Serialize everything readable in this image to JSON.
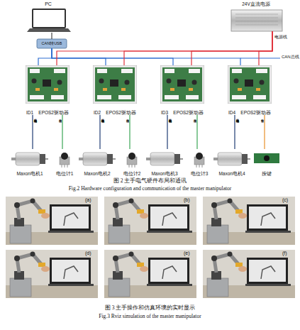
{
  "diagram": {
    "nodes": [
      {
        "text": [
          "PC"
        ]
      },
      {
        "text": [
          "CAN转USB"
        ]
      },
      {
        "text": [
          "24V直流电源"
        ]
      },
      {
        "text": [
          "ID1",
          "EPOS2驱动器"
        ]
      },
      {
        "text": [
          "ID2",
          "EPOS2驱动器"
        ]
      },
      {
        "text": [
          "ID3",
          "EPOS2驱动器"
        ]
      },
      {
        "text": [
          "ID4",
          "EPOS2驱动器"
        ]
      },
      {
        "text": [
          "Maxon电机1"
        ]
      },
      {
        "text": [
          "电位计1"
        ]
      },
      {
        "text": [
          "Maxon电机2"
        ]
      },
      {
        "text": [
          "电位计2"
        ]
      },
      {
        "text": [
          "Maxon电机3"
        ]
      },
      {
        "text": [
          "电位计3"
        ]
      },
      {
        "text": [
          "Maxon电机4"
        ]
      },
      {
        "text": [
          "按键"
        ]
      }
    ],
    "edges": [
      {
        "from": 0,
        "to": 1,
        "arrow": "none"
      },
      {
        "from": 1,
        "to": 3,
        "arrow": "none"
      },
      {
        "from": 1,
        "to": 4,
        "arrow": "none"
      },
      {
        "from": 1,
        "to": 5,
        "arrow": "none"
      },
      {
        "from": 1,
        "to": 6,
        "arrow": "none"
      },
      {
        "from": 2,
        "to": 3,
        "arrow": "none"
      },
      {
        "from": 2,
        "to": 4,
        "arrow": "none"
      },
      {
        "from": 2,
        "to": 5,
        "arrow": "none"
      },
      {
        "from": 2,
        "to": 6,
        "arrow": "none"
      },
      {
        "from": 3,
        "to": 7,
        "label": "电机动力线和编码器线",
        "arrow": "none"
      },
      {
        "from": 3,
        "to": 8,
        "label": "模拟信号",
        "arrow": "none"
      },
      {
        "from": 4,
        "to": 9,
        "label": "电机动力线和编码器线",
        "arrow": "none"
      },
      {
        "from": 4,
        "to": 10,
        "label": "模拟信号",
        "arrow": "none"
      },
      {
        "from": 5,
        "to": 11,
        "label": "电机动力线和编码器线",
        "arrow": "none"
      },
      {
        "from": 5,
        "to": 12,
        "label": "模拟信号",
        "arrow": "none"
      },
      {
        "from": 6,
        "to": 13,
        "label": "电机动力线和编码器线",
        "arrow": "none"
      },
      {
        "from": 6,
        "to": 14,
        "label": "数字信号",
        "arrow": "none"
      }
    ],
    "labels": [
      "电源线",
      "CAN总线",
      "图 2 主手电气硬件布局和通讯",
      "Fig.2 Hardware configuration and communication of the master manipulator",
      "(a)",
      "(b)",
      "(c)",
      "(d)",
      "(e)",
      "(f)",
      "图 3 主手操作和仿真环境的实时显示",
      "Fig.3 Rviz simulation of the master manipulator"
    ]
  }
}
